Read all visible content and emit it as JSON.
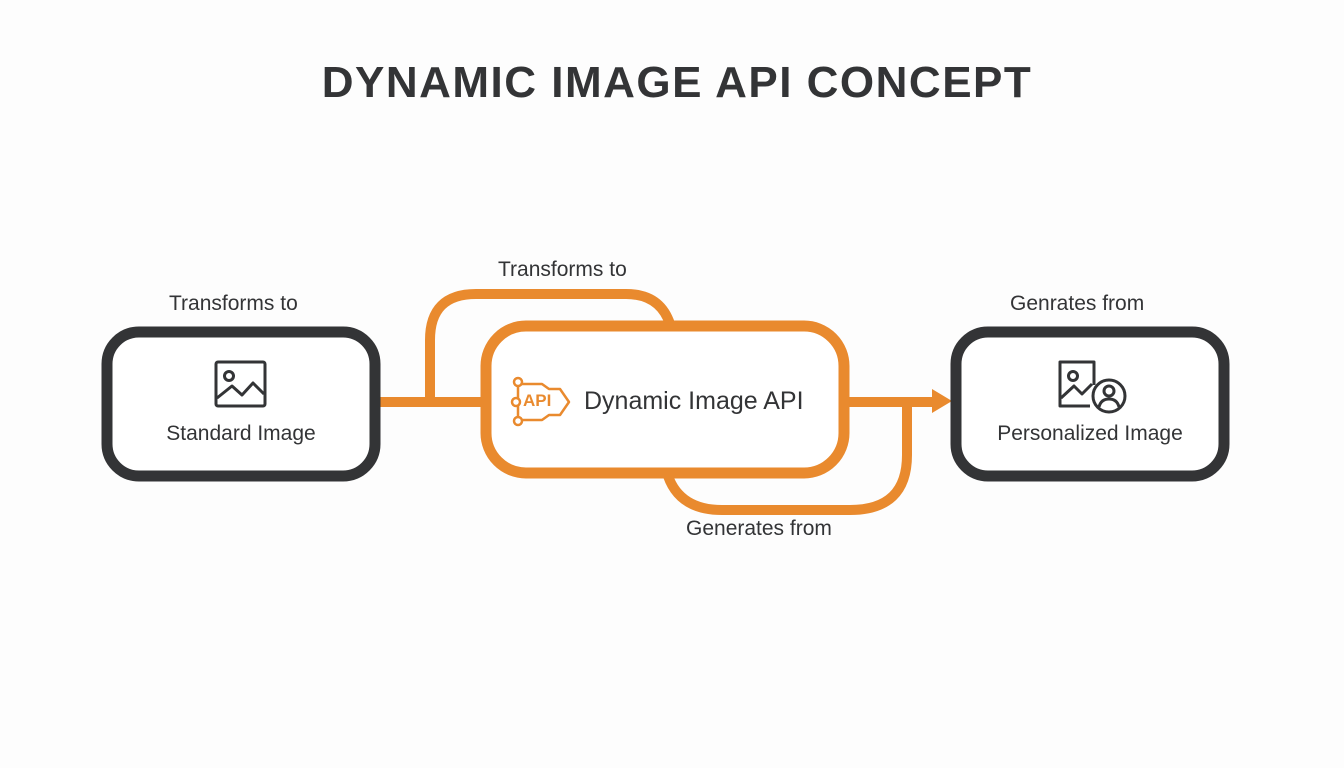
{
  "title": "DYNAMIC IMAGE API CONCEPT",
  "colors": {
    "accent": "#e98a2e",
    "dark": "#333436",
    "background": "#fdfdfd"
  },
  "nodes": {
    "standard": {
      "label": "Standard Image",
      "caption": "Transforms to",
      "icon": "image-icon"
    },
    "api": {
      "label": "Dynamic Image API",
      "icon": "api-tag-icon",
      "icon_text": "API"
    },
    "personalized": {
      "label": "Personalized Image",
      "caption": "Genrates from",
      "icon": "personalized-image-icon"
    }
  },
  "edges": {
    "top_loop_label": "Transforms to",
    "bottom_loop_label": "Generates from"
  }
}
